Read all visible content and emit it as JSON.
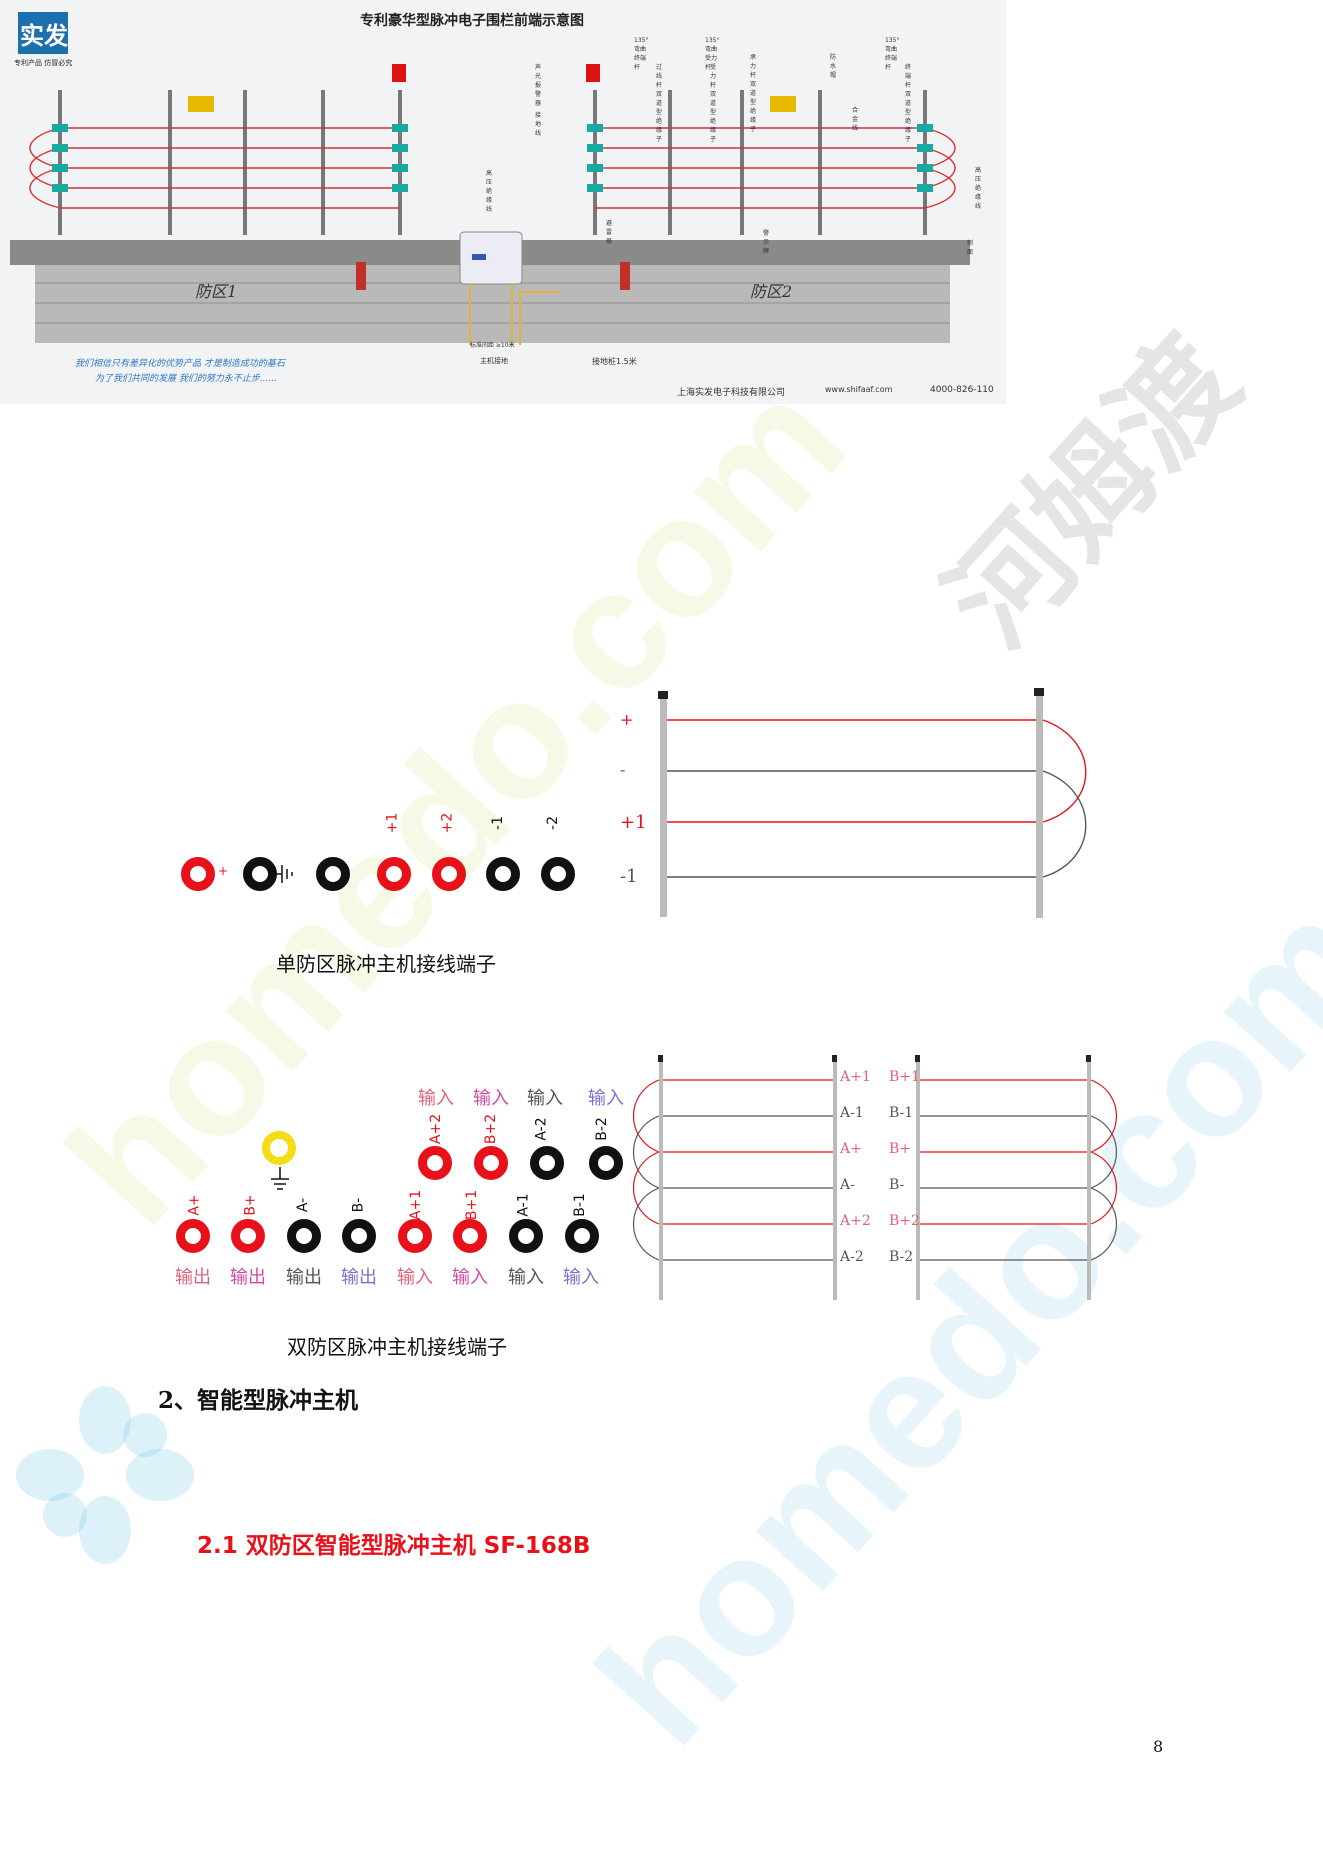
{
  "top_figure": {
    "title": "专利豪华型脉冲电子围栏前端示意图",
    "logo_text": "实发",
    "logo_sub": "专利产品  仿冒必究",
    "zone1": "防区1",
    "zone2": "防区2",
    "slogan_line1": "我们相信只有差异化的优势产品  才是制造成功的基石",
    "slogan_line2": "为了我们共同的发展  我们的努力永不止步......",
    "host_ground": "主机接地",
    "ground_rod": "接地桩1.5米",
    "distance_note": "标准间距 ≥10米",
    "company": "上海实发电子科技有限公司",
    "website": "www.shifaaf.com",
    "phone": "4000-826-110",
    "callouts": [
      "声光报警器",
      "接地线",
      "高压绝缘线",
      "避雷器",
      "135°弯曲终端杆",
      "过线杆双道型绝缘子",
      "135°弯曲受力杆",
      "受力杆双道型绝缘子",
      "承力杆双道型绝缘子",
      "防水帽",
      "合金线",
      "135°弯曲终端杆",
      "终端杆双道型绝缘子",
      "高压绝缘线",
      "警示牌",
      "侧面"
    ]
  },
  "single_zone": {
    "terminal_labels": [
      "+1",
      "+2",
      "-1",
      "-2"
    ],
    "small_plus": "+",
    "wire_labels": [
      "+",
      "-",
      "+1",
      "-1"
    ],
    "caption": "单防区脉冲主机接线端子"
  },
  "double_zone": {
    "top_labels": [
      "输入",
      "输入",
      "输入",
      "输入"
    ],
    "top_vlabels": [
      "A+2",
      "B+2",
      "A-2",
      "B-2"
    ],
    "bottom_vlabels": [
      "A+",
      "B+",
      "A-",
      "B-",
      "A+1",
      "B+1",
      "A-1",
      "B-1"
    ],
    "bottom_labels": [
      "输出",
      "输出",
      "输出",
      "输出",
      "输入",
      "输入",
      "输入",
      "输入"
    ],
    "wire_labels_a": [
      "A+1",
      "A-1",
      "A+",
      "A-",
      "A+2",
      "A-2"
    ],
    "wire_labels_b": [
      "B+1",
      "B-1",
      "B+",
      "B-",
      "B+2",
      "B-2"
    ],
    "caption": "双防区脉冲主机接线端子"
  },
  "section_heading": "2、智能型脉冲主机",
  "subsection_heading": "2.1 双防区智能型脉冲主机 SF-168B",
  "page_number": "8",
  "watermark": "homedo.com",
  "watermark_cn": "河姆渡",
  "colors": {
    "red": "#e8111a",
    "black": "#111111",
    "heading_red": "#e8111a",
    "wire_grey": "#555555"
  }
}
